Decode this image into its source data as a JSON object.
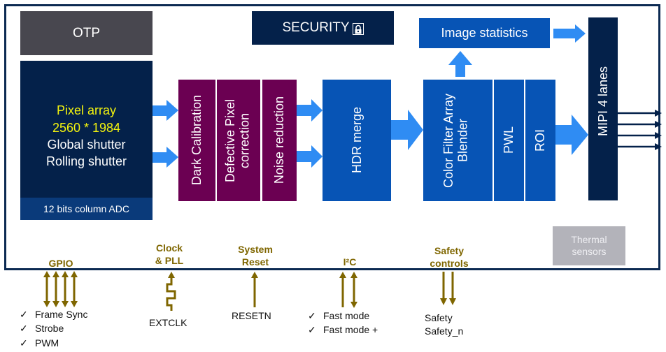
{
  "blocks": {
    "otp": "OTP",
    "security": "SECURITY",
    "pixel_array": {
      "line1": "Pixel array",
      "line2": "2560 * 1984",
      "line3": "Global shutter",
      "line4": "Rolling shutter",
      "adc": "12 bits column ADC"
    },
    "dark_calibration": "Dark Calibration",
    "defective_pixel": "Defective Pixel correction",
    "noise_reduction": "Noise reduction",
    "hdr_merge": "HDR merge",
    "cfa_blender": "Color Filter Array Blender",
    "pwl": "PWL",
    "roi": "ROI",
    "image_statistics": "Image statistics",
    "mipi": "MIPI 4 lanes",
    "thermal": "Thermal sensors"
  },
  "interfaces": {
    "gpio": {
      "title": "GPIO",
      "items": [
        "Frame Sync",
        "Strobe",
        "PWM"
      ]
    },
    "clock": {
      "title_line1": "Clock",
      "title_line2": "& PLL",
      "signal": "EXTCLK"
    },
    "reset": {
      "title_line1": "System",
      "title_line2": "Reset",
      "signal": "RESETN"
    },
    "i2c": {
      "title": "I²C",
      "items": [
        "Fast mode",
        "Fast mode +"
      ]
    },
    "safety": {
      "title_line1": "Safety",
      "title_line2": "controls",
      "signals": [
        "Safety",
        "Safety_n"
      ]
    }
  },
  "check_glyph": "✓",
  "colors": {
    "frame": "#0c2a52",
    "dark_navy": "#04214a",
    "purple": "#6b0052",
    "blue_block": "#0754b5",
    "arrow_blue": "#2f8cf3",
    "gold": "#7f6600",
    "otp_gray": "#48474f",
    "thermal_gray": "#b3b3ba"
  }
}
